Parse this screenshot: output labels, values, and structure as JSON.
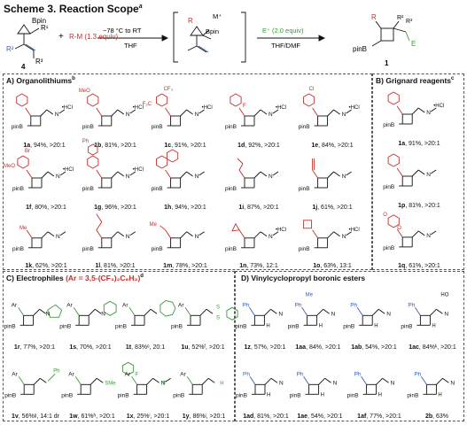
{
  "header": {
    "title": "Scheme 3. Reaction Scope",
    "title_sup": "a"
  },
  "scheme": {
    "reagent": "R-M (1.3 equiv)",
    "conditions1_top": "−78 °C to RT",
    "conditions1_bottom": "THF",
    "conditions2_top": "E⁺ (2.0 equiv)",
    "conditions2_bottom": "THF/DMF",
    "plus": "+",
    "sm_label": "4",
    "product_label": "1",
    "bpin": "Bpin",
    "pinb": "pinB",
    "r1": "R¹",
    "r2": "R²",
    "r3": "R³",
    "r": "R",
    "m": "M⁺",
    "e": "E"
  },
  "panels": {
    "a_title": "A) Organolithiums",
    "a_sup": "b",
    "b_title": "B) Grignard reagents",
    "b_sup": "c",
    "c_title_pre": "C) Electrophiles ",
    "c_title_red": "(Ar = 3,5-(CF₃)₂C₆H₃)",
    "c_sup": "d",
    "d_title": "D) Vinylcyclopropyl boronic esters"
  },
  "entries": [
    {
      "id": "1a",
      "text": ", 94%, >20:1"
    },
    {
      "id": "1b",
      "text": ", 81%, >20:1"
    },
    {
      "id": "1c",
      "text": ", 91%, >20:1"
    },
    {
      "id": "1d",
      "text": ", 92%, >20:1"
    },
    {
      "id": "1e",
      "text": ", 84%, >20:1"
    },
    {
      "id": "1f",
      "text": ", 80%, >20:1"
    },
    {
      "id": "1g",
      "text": ", 96%, >20:1"
    },
    {
      "id": "1h",
      "text": ", 94%, >20:1"
    },
    {
      "id": "1i",
      "text": ", 87%, >20:1"
    },
    {
      "id": "1j",
      "text": ", 61%, >20:1"
    },
    {
      "id": "1k",
      "text": ", 62%, >20:1"
    },
    {
      "id": "1l",
      "text": ", 81%, >20:1"
    },
    {
      "id": "1m",
      "text": ", 78%, >20:1"
    },
    {
      "id": "1n",
      "text": ", 73%, 12:1"
    },
    {
      "id": "1o",
      "text": ", 63%, 13:1"
    },
    {
      "id": "1a",
      "text": ", 91%, >20:1"
    },
    {
      "id": "1p",
      "text": ", 81%, >20:1"
    },
    {
      "id": "1q",
      "text": ", 61%, >20:1"
    },
    {
      "id": "1r",
      "text": ", 77%, >20:1"
    },
    {
      "id": "1s",
      "text": ", 70%, >20:1"
    },
    {
      "id": "1t",
      "text": ", 83%ᵉ, 20:1"
    },
    {
      "id": "1u",
      "text": ", 52%ᶠ, >20:1"
    },
    {
      "id": "1v",
      "text": ", 56%ᵍ, 14:1 dr"
    },
    {
      "id": "1w",
      "text": ", 61%ʰ, >20:1"
    },
    {
      "id": "1x",
      "text": ", 25%ⁱ, >20:1"
    },
    {
      "id": "1y",
      "text": ", 86%ʲ, >20:1"
    },
    {
      "id": "1z",
      "text": ", 57%, >20:1"
    },
    {
      "id": "1aa",
      "text": ", 84%, >20:1"
    },
    {
      "id": "1ab",
      "text": ", 54%, >20:1"
    },
    {
      "id": "1ac",
      "text": ", 84%ᵏ, >20:1"
    },
    {
      "id": "1ad",
      "text": ", 81%, >20:1"
    },
    {
      "id": "1ae",
      "text": ", 54%, >20:1"
    },
    {
      "id": "1af",
      "text": ", 77%, >20:1"
    },
    {
      "id": "2b",
      "text": ", 63%"
    }
  ],
  "struct": {
    "pinb": "pinB",
    "hcl": "•HCl",
    "ar": "Ar",
    "ph": "Ph",
    "me": "Me",
    "meo": "MeO",
    "cf3": "CF₃",
    "f3c": "F₃C",
    "f": "F",
    "cl": "Cl",
    "br": "Br",
    "sme": "SMe",
    "ho": "HO",
    "h": "H",
    "n": "N",
    "o": "O",
    "s": "S"
  },
  "colors": {
    "red": "#c0302b",
    "green": "#3b9a3b",
    "blue": "#3a5fb0",
    "black": "#111111"
  }
}
